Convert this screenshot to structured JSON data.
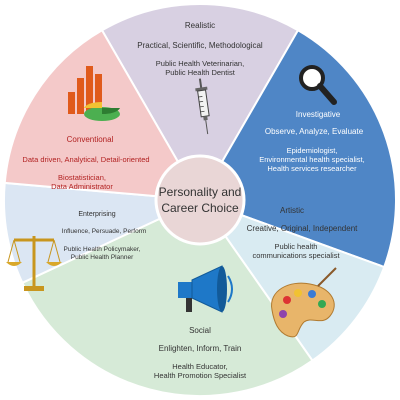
{
  "center": {
    "line1": "Personality and",
    "line2": "Career Choice"
  },
  "sectors": [
    {
      "id": "realistic",
      "title": "Realistic",
      "traits": "Practical, Scientific, Methodological",
      "careers": [
        "Public Health Veterinarian,",
        "Public Health Dentist"
      ],
      "color": "#d8d0e2",
      "icon": "syringe-icon"
    },
    {
      "id": "investigative",
      "title": "Investigative",
      "traits": "Observe, Analyze, Evaluate",
      "careers": [
        "Epidemiologist,",
        "Environmental health specialist,",
        "Health services researcher"
      ],
      "color": "#4f86c6",
      "icon": "magnifying-glass-icon"
    },
    {
      "id": "artistic",
      "title": "Artistic",
      "traits": "Creative, Original, Independent",
      "careers": [
        "Public health",
        "communications specialist"
      ],
      "color": "#d9ebf2",
      "icon": "palette-icon"
    },
    {
      "id": "social",
      "title": "Social",
      "traits": "Enlighten, Inform, Train",
      "careers": [
        "Health Educator,",
        "Health Promotion Specialist"
      ],
      "color": "#d6ead7",
      "icon": "megaphone-icon"
    },
    {
      "id": "enterprising",
      "title": "Enterprising",
      "traits": "Influence, Persuade, Perform",
      "careers": [
        "Public Health Policymaker,",
        "Public Health Planner"
      ],
      "color": "#dbe6f3",
      "icon": "scales-icon"
    },
    {
      "id": "conventional",
      "title": "Conventional",
      "traits": "Data driven, Analytical, Detail-oriented",
      "careers": [
        "Biostatistician,",
        "Data Administrator"
      ],
      "color": "#f4c9c9",
      "icon": "chart-icon"
    }
  ]
}
